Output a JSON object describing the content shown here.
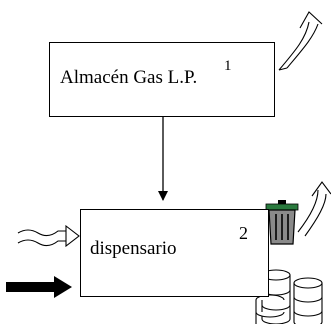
{
  "diagram": {
    "nodes": [
      {
        "id": "almacen",
        "label": "Almacén Gas L.P.",
        "number": "1"
      },
      {
        "id": "dispensario",
        "label": "dispensario",
        "number": "2"
      }
    ],
    "edges": [
      {
        "from": "almacen",
        "to": "dispensario",
        "type": "arrow"
      }
    ],
    "icons": [
      "curved-arrow-icon",
      "wavy-input-arrow-icon",
      "thick-input-arrow-icon",
      "trash-bin-icon",
      "barrels-icon"
    ]
  }
}
